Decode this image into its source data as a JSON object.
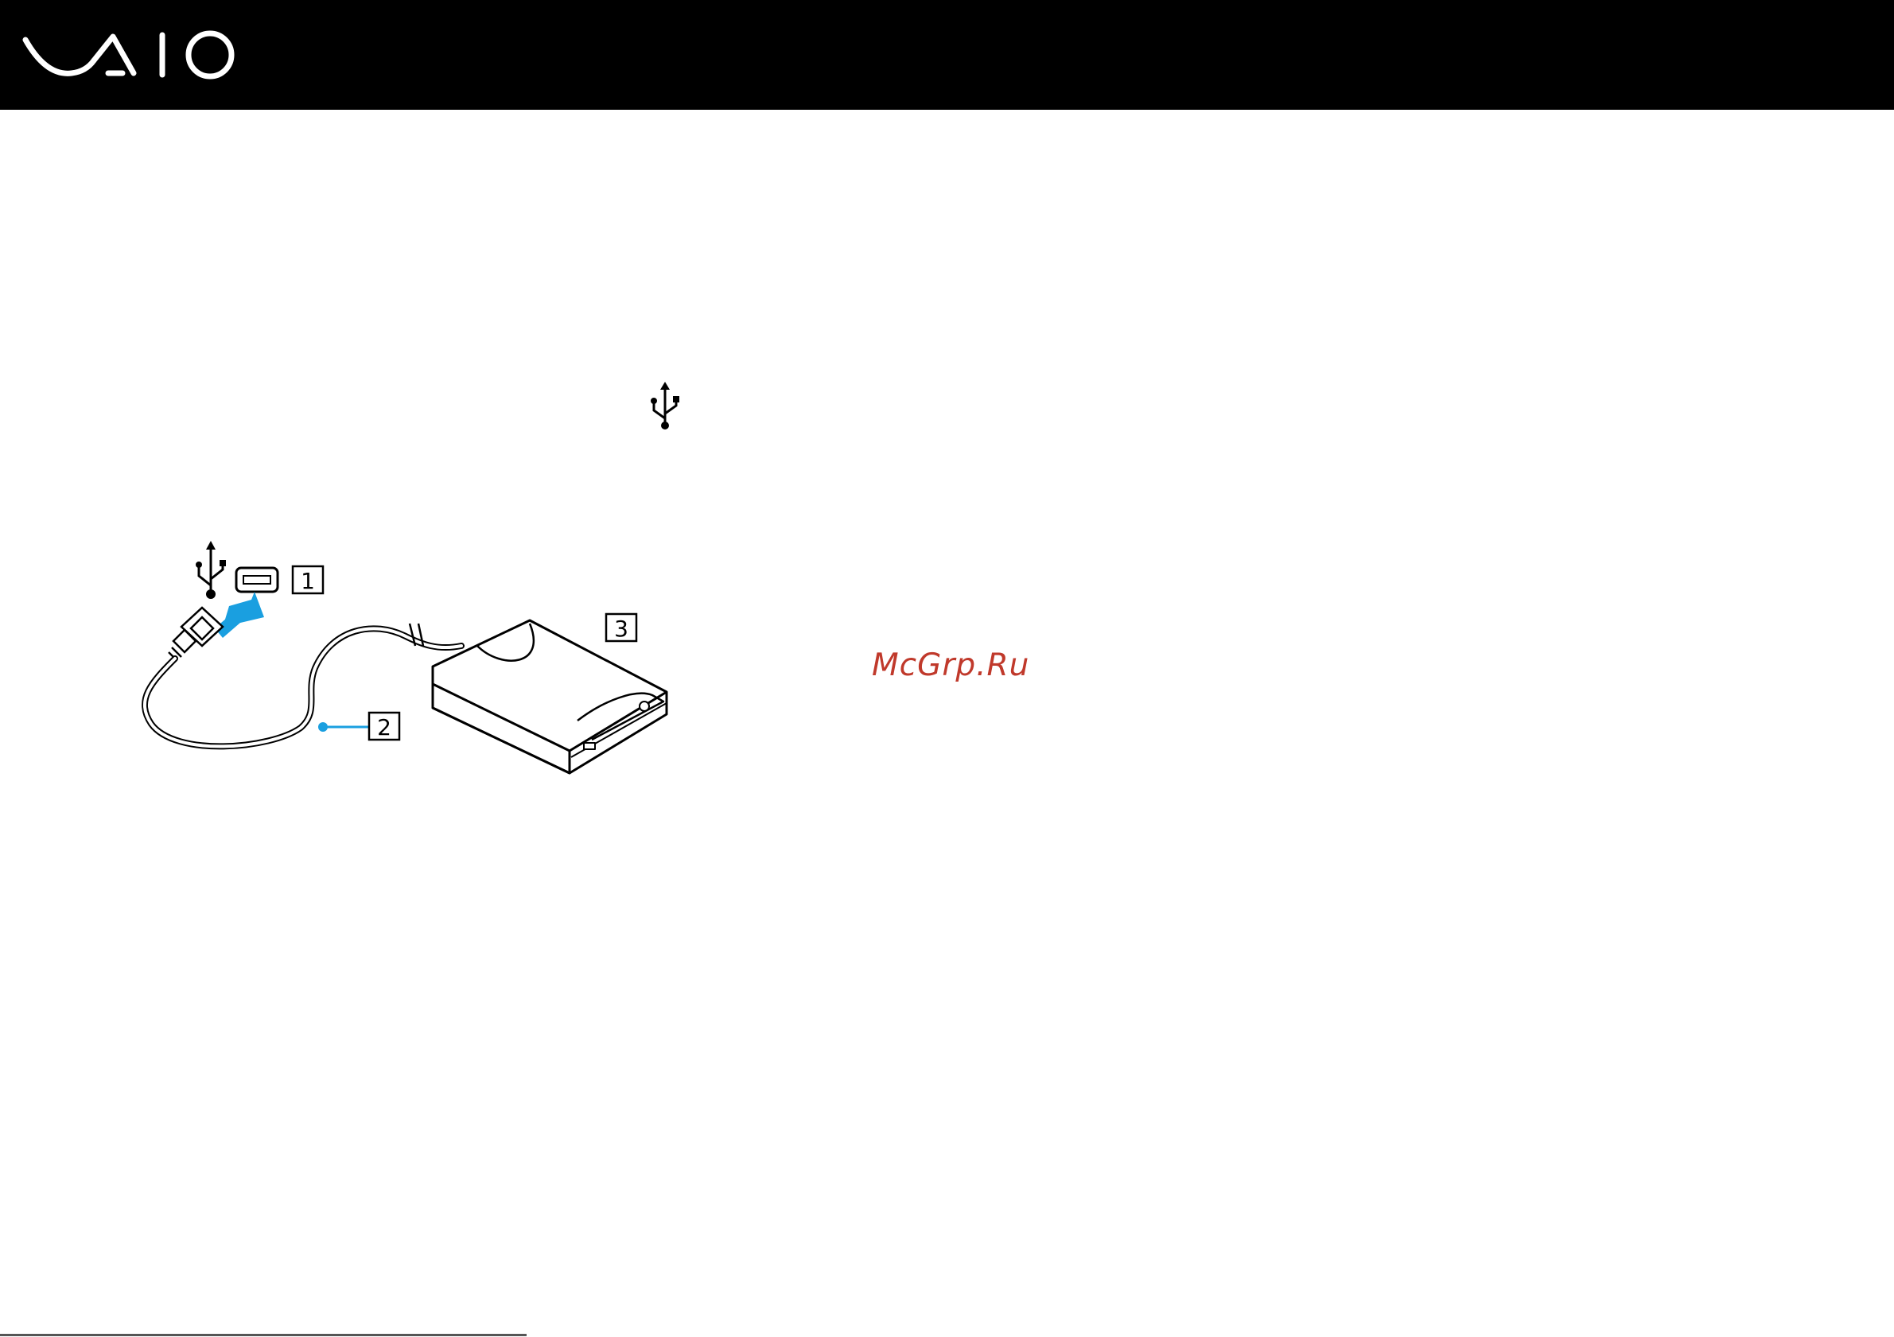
{
  "header": {
    "logo_text": "VAIO",
    "background_color": "#000000",
    "logo_color": "#ffffff"
  },
  "body": {
    "inline_icon": "usb-icon"
  },
  "illustration": {
    "callouts": [
      "1",
      "2",
      "3"
    ],
    "icons": [
      "usb-symbol-icon",
      "usb-port-icon",
      "usb-plug-icon",
      "insert-arrow-icon",
      "floppy-drive-icon"
    ],
    "accent_color": "#1a9fe0"
  },
  "watermark": {
    "text": "McGrp.Ru",
    "color": "#c0392b"
  }
}
